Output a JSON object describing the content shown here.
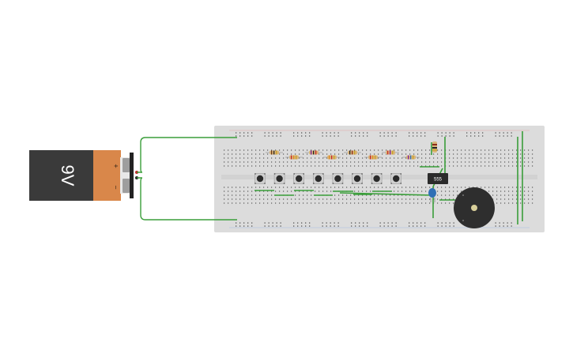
{
  "battery": {
    "voltage_label": "9V",
    "plus_label": "+",
    "minus_label": "−"
  },
  "chip": {
    "label": "555"
  },
  "counts": {
    "pushbuttons": 8,
    "resistors": 9
  },
  "colors": {
    "background": "#ffffff",
    "breadboard": "#dcdcdc",
    "breadboard_hole": "#555555",
    "wire_green": "#3a9e3a",
    "battery_body": "#3a3a3a",
    "battery_label": "#d9874a",
    "resistor_body": "#d9b47a",
    "capacitor": "#2f6fb5",
    "buzzer": "#2e2e2e",
    "chip": "#2b2b2b"
  },
  "icons": [
    "battery-9v-icon",
    "pushbutton-icon",
    "resistor-icon",
    "ic-555-icon",
    "capacitor-icon",
    "piezo-buzzer-icon"
  ]
}
